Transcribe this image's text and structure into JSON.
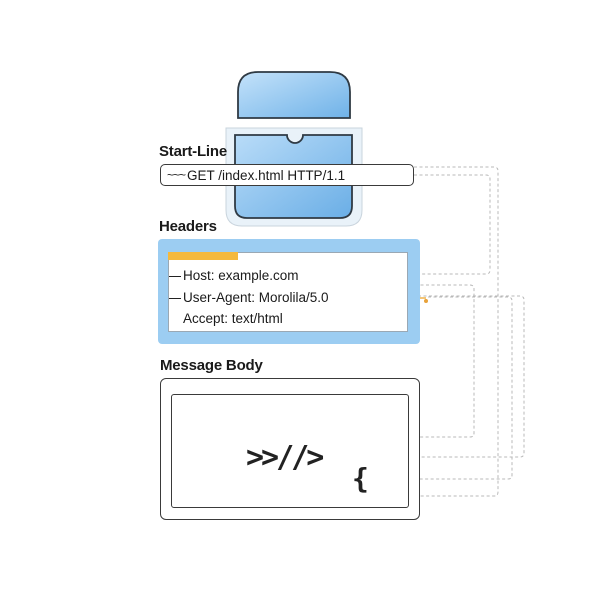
{
  "sections": {
    "start_line": {
      "title": "Start-Line",
      "request_line": "GET /index.html HTTP/1.1"
    },
    "headers": {
      "title": "Headers",
      "lines": [
        "Host: example.com",
        "User-Agent: Morolila/5.0",
        "Accept: text/html"
      ]
    },
    "message_body": {
      "title": "Message Body",
      "code_symbol": ">>//>",
      "brace_symbol": "{"
    }
  },
  "colors": {
    "accent_blue": "#9ccdf2",
    "accent_orange": "#f5b93d",
    "connector_gray": "#b8b8b8"
  },
  "icons": {
    "server": "server-icon",
    "chat": "chat-bubble-icon",
    "location": "location-pin-icon"
  }
}
